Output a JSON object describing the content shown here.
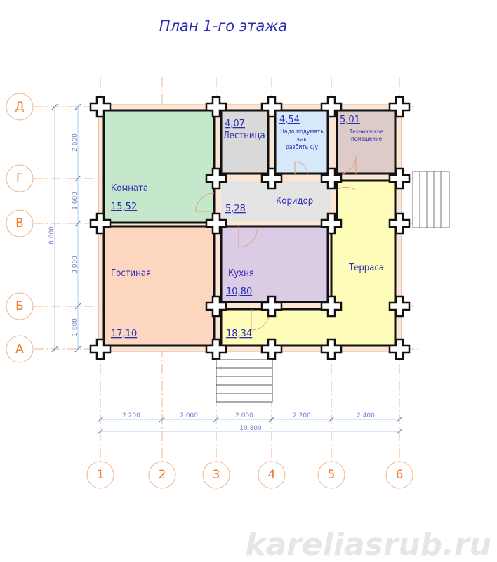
{
  "title": "План 1-го этажа",
  "axes_rows": [
    "Д",
    "Г",
    "В",
    "Б",
    "А"
  ],
  "axes_cols": [
    "1",
    "2",
    "3",
    "4",
    "5",
    "6"
  ],
  "dims_vertical": [
    "2 600",
    "1 600",
    "3 000",
    "1 600"
  ],
  "dim_vertical_total": "8 800",
  "dims_horizontal": [
    "2 200",
    "2 000",
    "2 000",
    "2 200",
    "2 400"
  ],
  "dim_horizontal_total": "10 800",
  "rooms": {
    "komnata": {
      "name": "Комната",
      "area": "15,52",
      "color": "#c5e8cc"
    },
    "gostinaya": {
      "name": "Гостиная",
      "area": "17,10",
      "color": "#fdd6c0"
    },
    "lestnica": {
      "name": "Лестница",
      "area": "4,07",
      "color": "#d9d9d9"
    },
    "su": {
      "name_lines": [
        "Надо подумать",
        "как",
        "разбить с/у"
      ],
      "area": "4,54",
      "color": "#d6e9fb"
    },
    "tech": {
      "name_lines": [
        "Техническое",
        "помещение"
      ],
      "area": "5,01",
      "color": "#ddcbc7"
    },
    "koridor": {
      "name": "Коридор",
      "area": "5,28",
      "color": "#e4e4e4"
    },
    "kuhnya": {
      "name": "Кухня",
      "area": "10,80",
      "color": "#d9cce4"
    },
    "terrasa": {
      "name": "Терраса",
      "area": "18,34",
      "color": "#fdfcb8"
    }
  },
  "watermark": "kareliasrub.ru"
}
